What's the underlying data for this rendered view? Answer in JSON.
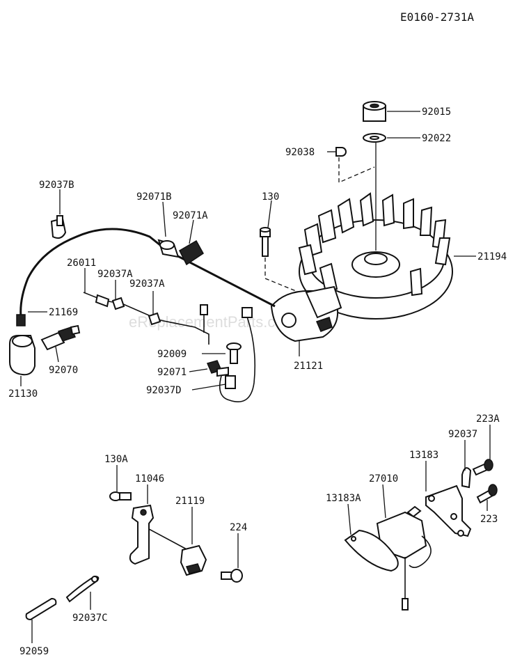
{
  "drawing_code": "E0160-2731A",
  "watermark": "eReplacementParts.com",
  "labels": {
    "p92015": "92015",
    "p92022": "92022",
    "p92038": "92038",
    "p130": "130",
    "p21194": "21194",
    "p92037B": "92037B",
    "p92071B": "92071B",
    "p92071A": "92071A",
    "p26011": "26011",
    "p92037A_1": "92037A",
    "p92037A_2": "92037A",
    "p21169": "21169",
    "p92070": "92070",
    "p21130": "21130",
    "p92009": "92009",
    "p92071": "92071",
    "p92037D": "92037D",
    "p21121": "21121",
    "p130A": "130A",
    "p11046": "11046",
    "p21119": "21119",
    "p224": "224",
    "p92037C": "92037C",
    "p92059": "92059",
    "p223A": "223A",
    "p92037": "92037",
    "p13183": "13183",
    "p27010": "27010",
    "p13183A": "13183A",
    "p223": "223"
  }
}
